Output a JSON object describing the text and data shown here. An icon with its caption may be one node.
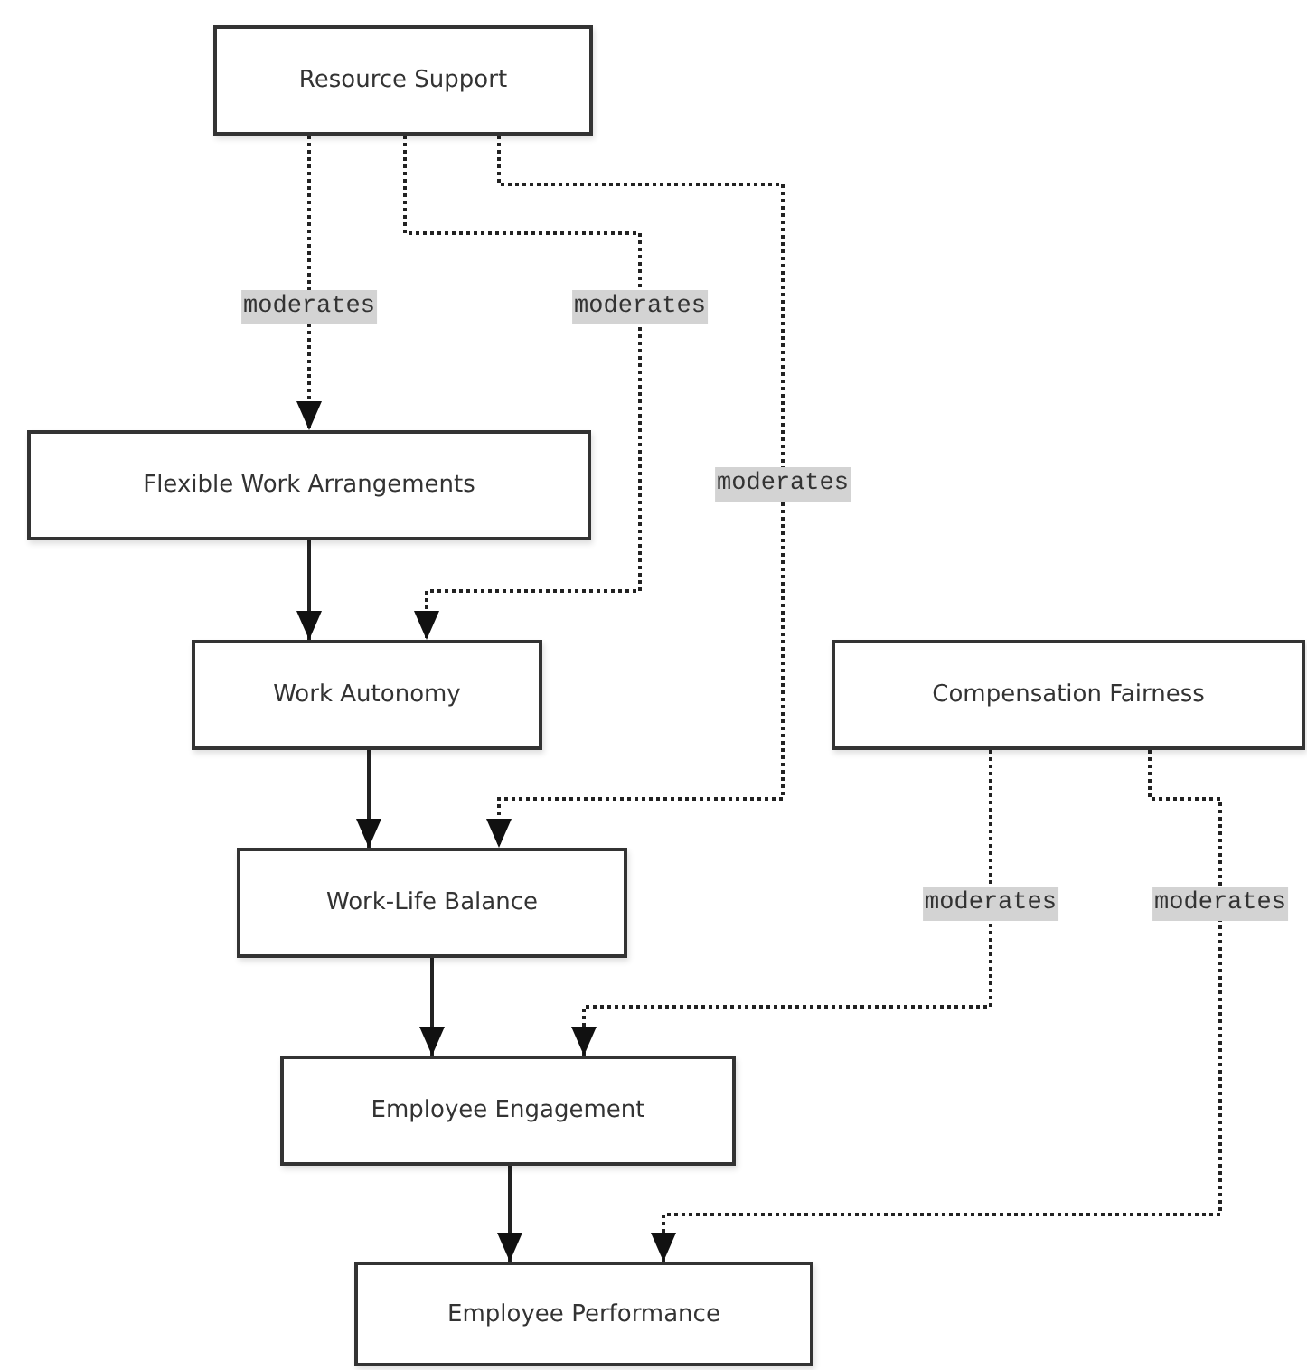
{
  "diagram": {
    "nodes": [
      {
        "text": [
          "Resource Support"
        ]
      },
      {
        "text": [
          "Flexible Work Arrangements"
        ]
      },
      {
        "text": [
          "Work Autonomy"
        ]
      },
      {
        "text": [
          "Compensation Fairness"
        ]
      },
      {
        "text": [
          "Work-Life Balance"
        ]
      },
      {
        "text": [
          "Employee Engagement"
        ]
      },
      {
        "text": [
          "Employee Performance"
        ]
      }
    ],
    "edges": [
      {
        "from": 0,
        "to": 1,
        "arrow": "to",
        "label": "moderates",
        "style": "dashed"
      },
      {
        "from": 0,
        "to": 2,
        "arrow": "to",
        "label": "moderates",
        "style": "dashed"
      },
      {
        "from": 0,
        "to": 4,
        "arrow": "to",
        "label": "moderates",
        "style": "dashed"
      },
      {
        "from": 1,
        "to": 2,
        "arrow": "to"
      },
      {
        "from": 2,
        "to": 4,
        "arrow": "to"
      },
      {
        "from": 4,
        "to": 5,
        "arrow": "to"
      },
      {
        "from": 5,
        "to": 6,
        "arrow": "to"
      },
      {
        "from": 3,
        "to": 5,
        "arrow": "to",
        "label": "moderates",
        "style": "dashed"
      },
      {
        "from": 3,
        "to": 6,
        "arrow": "to",
        "label": "moderates",
        "style": "dashed"
      }
    ]
  }
}
